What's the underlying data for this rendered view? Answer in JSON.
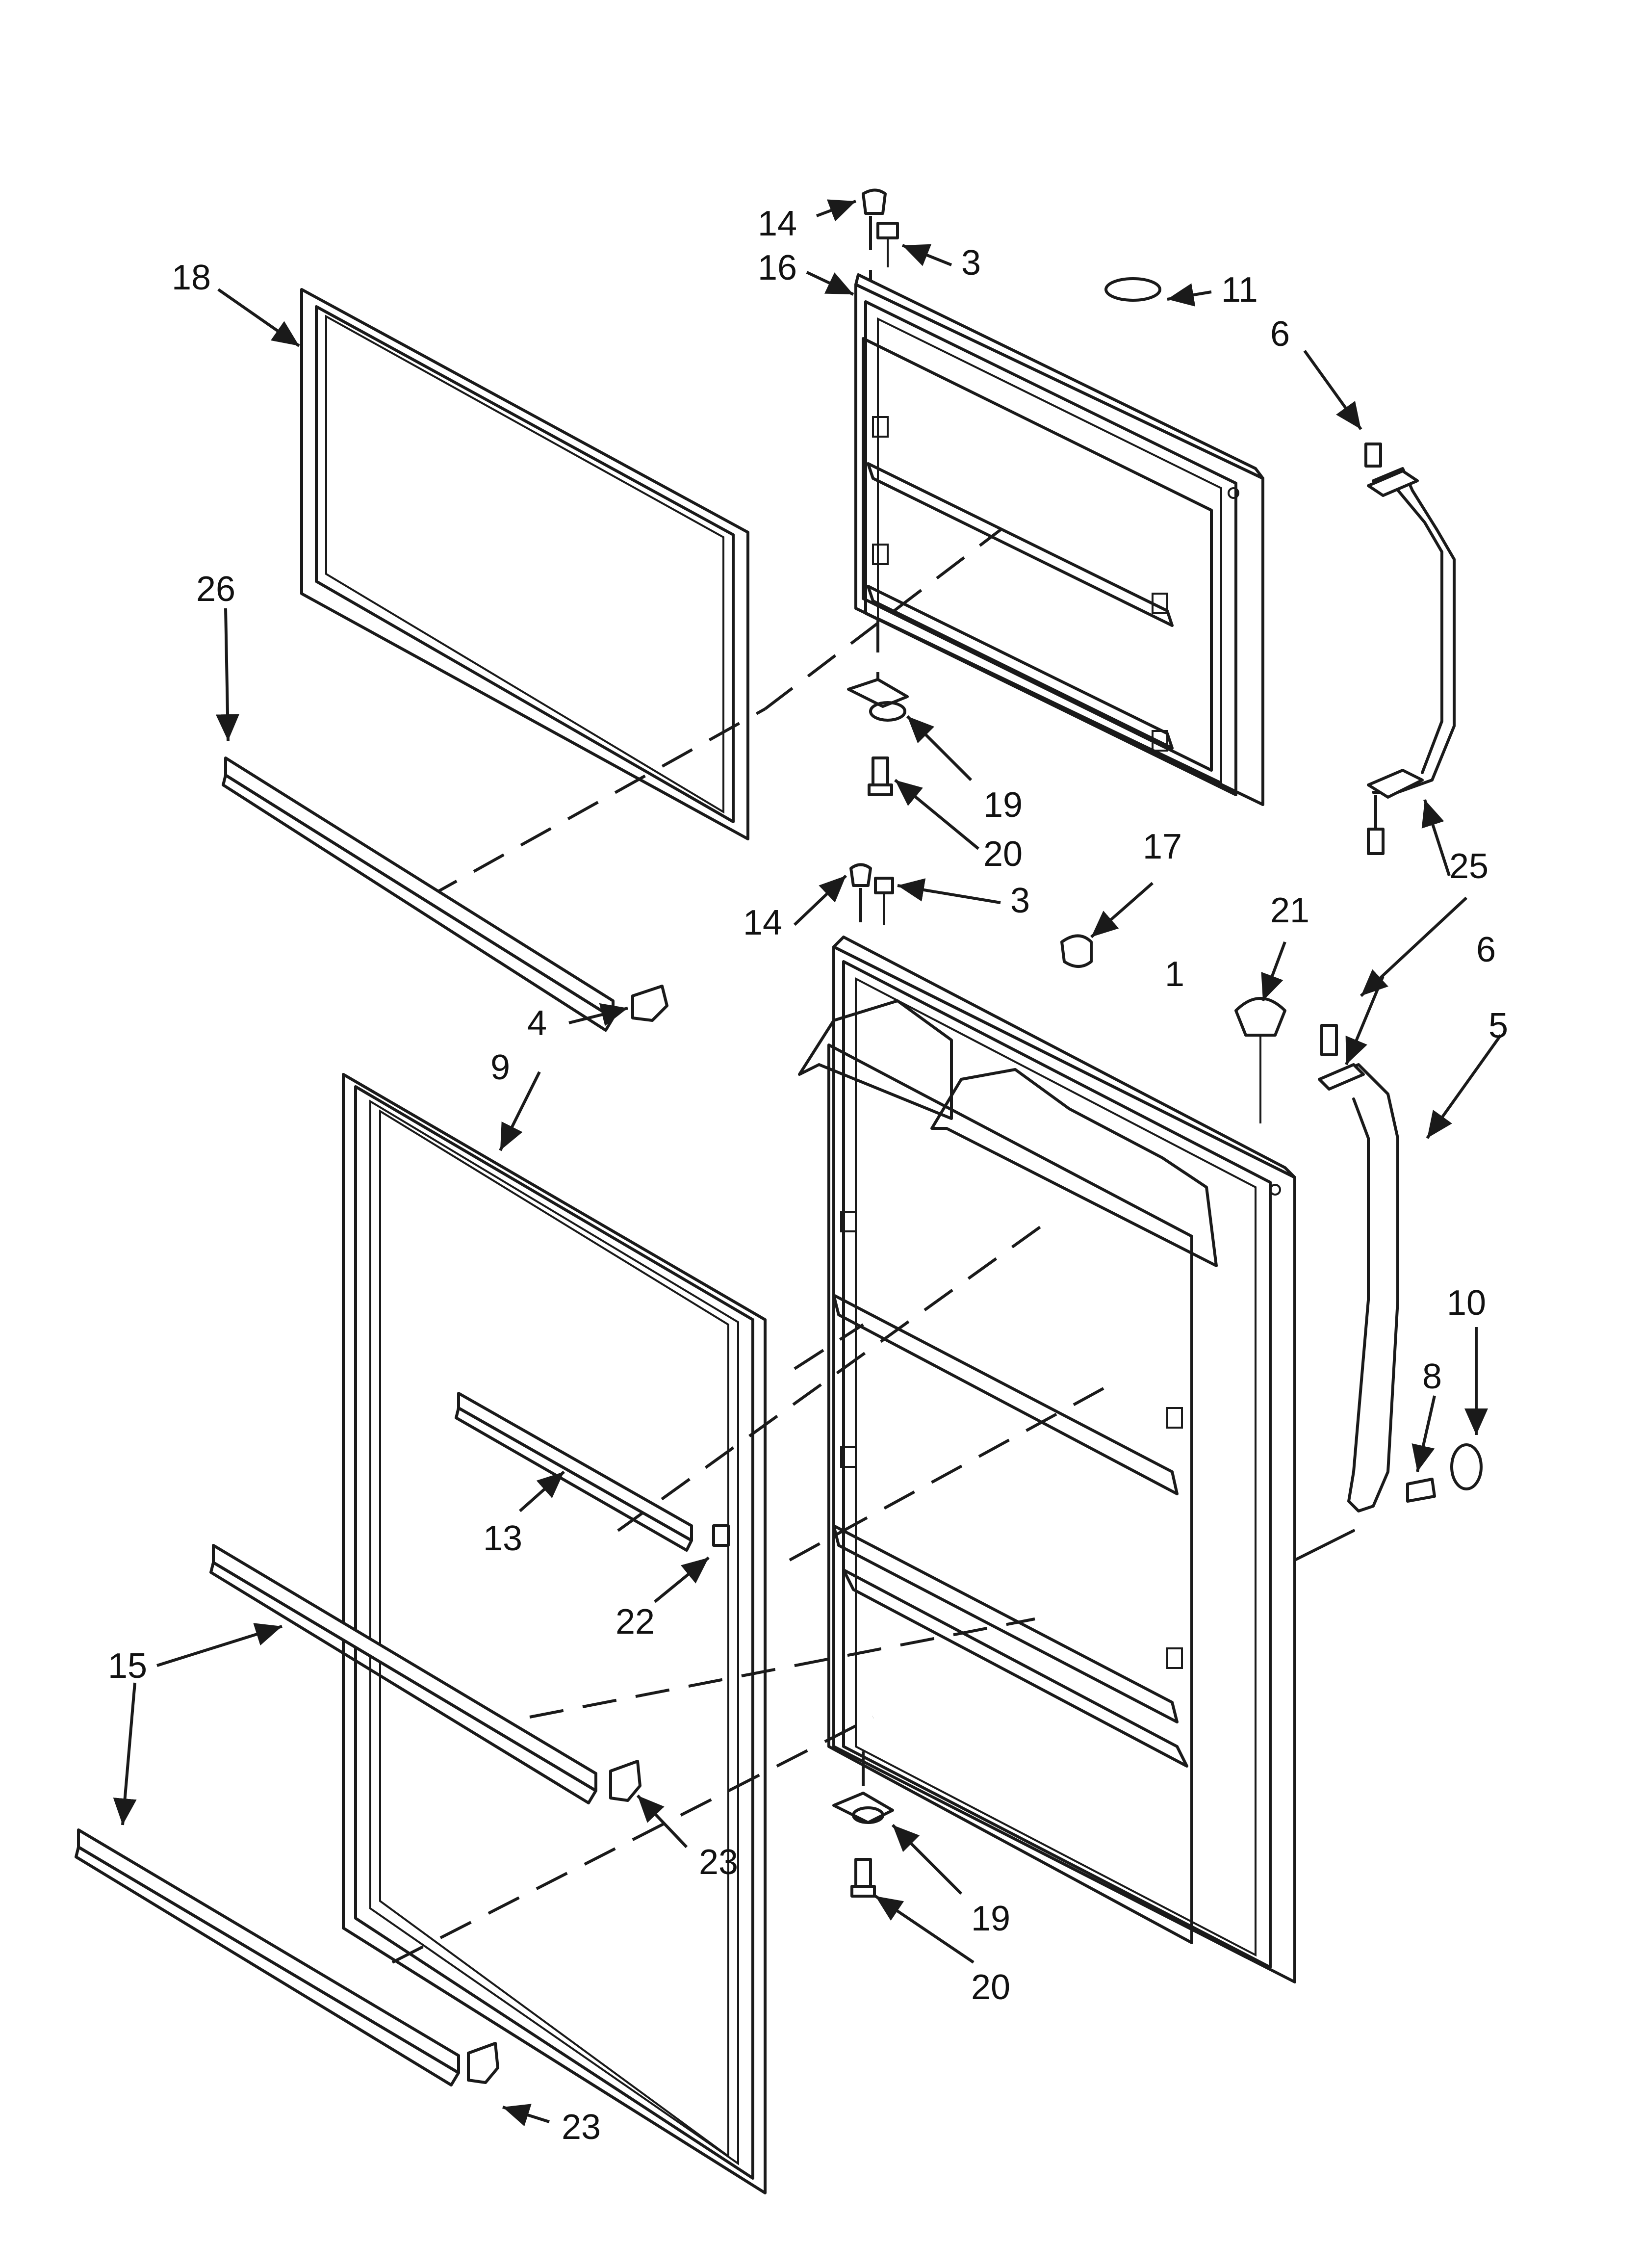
{
  "diagram": {
    "callouts": [
      "14",
      "3",
      "16",
      "11",
      "18",
      "6",
      "26",
      "19",
      "20",
      "25",
      "17",
      "14",
      "3",
      "21",
      "6",
      "1",
      "4",
      "9",
      "5",
      "10",
      "8",
      "13",
      "22",
      "15",
      "23",
      "19",
      "20",
      "23"
    ]
  }
}
